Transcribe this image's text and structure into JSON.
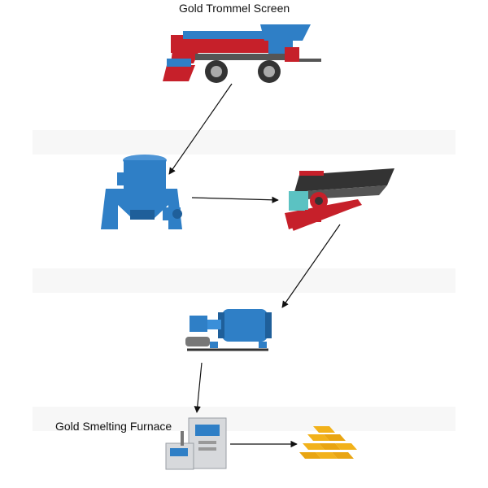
{
  "labels": {
    "trommel": "Gold Trommel Screen",
    "furnace": "Gold Smelting Furnace"
  },
  "colors": {
    "machine_blue": "#2f7fc6",
    "frame_red": "#c6202a",
    "gold": "#f2b21b",
    "arrow": "#111111"
  },
  "icons": {
    "trommel": "gold-trommel-screen-machine",
    "centrifuge": "centrifugal-concentrator",
    "table": "shaking-table",
    "mill": "ball-mill",
    "furnace": "smelting-furnace",
    "bars": "gold-bars"
  }
}
